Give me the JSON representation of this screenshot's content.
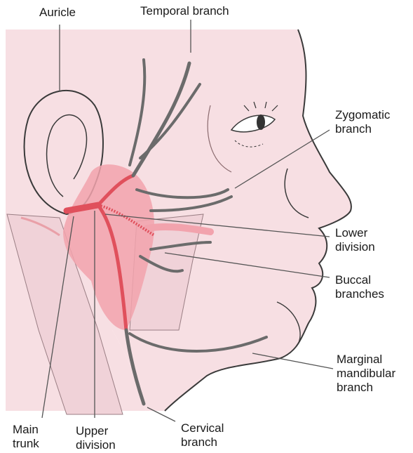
{
  "labels": {
    "auricle": "Auricle",
    "temporal": "Temporal branch",
    "zygomatic": [
      "Zygomatic",
      "branch"
    ],
    "lower_division": [
      "Lower",
      "division"
    ],
    "buccal": [
      "Buccal",
      "branches"
    ],
    "marginal": [
      "Marginal",
      "mandibular",
      "branch"
    ],
    "main_trunk": [
      "Main",
      "trunk"
    ],
    "upper_division": [
      "Upper",
      "division"
    ],
    "cervical": [
      "Cervical",
      "branch"
    ]
  },
  "colors": {
    "skin": "#f7dfe3",
    "gland": "#f2a3ad",
    "nerve_trunk": "#e0505c",
    "nerve_branch": "#6b6b6b",
    "outline": "#3a3a3a",
    "leader": "#555555"
  }
}
